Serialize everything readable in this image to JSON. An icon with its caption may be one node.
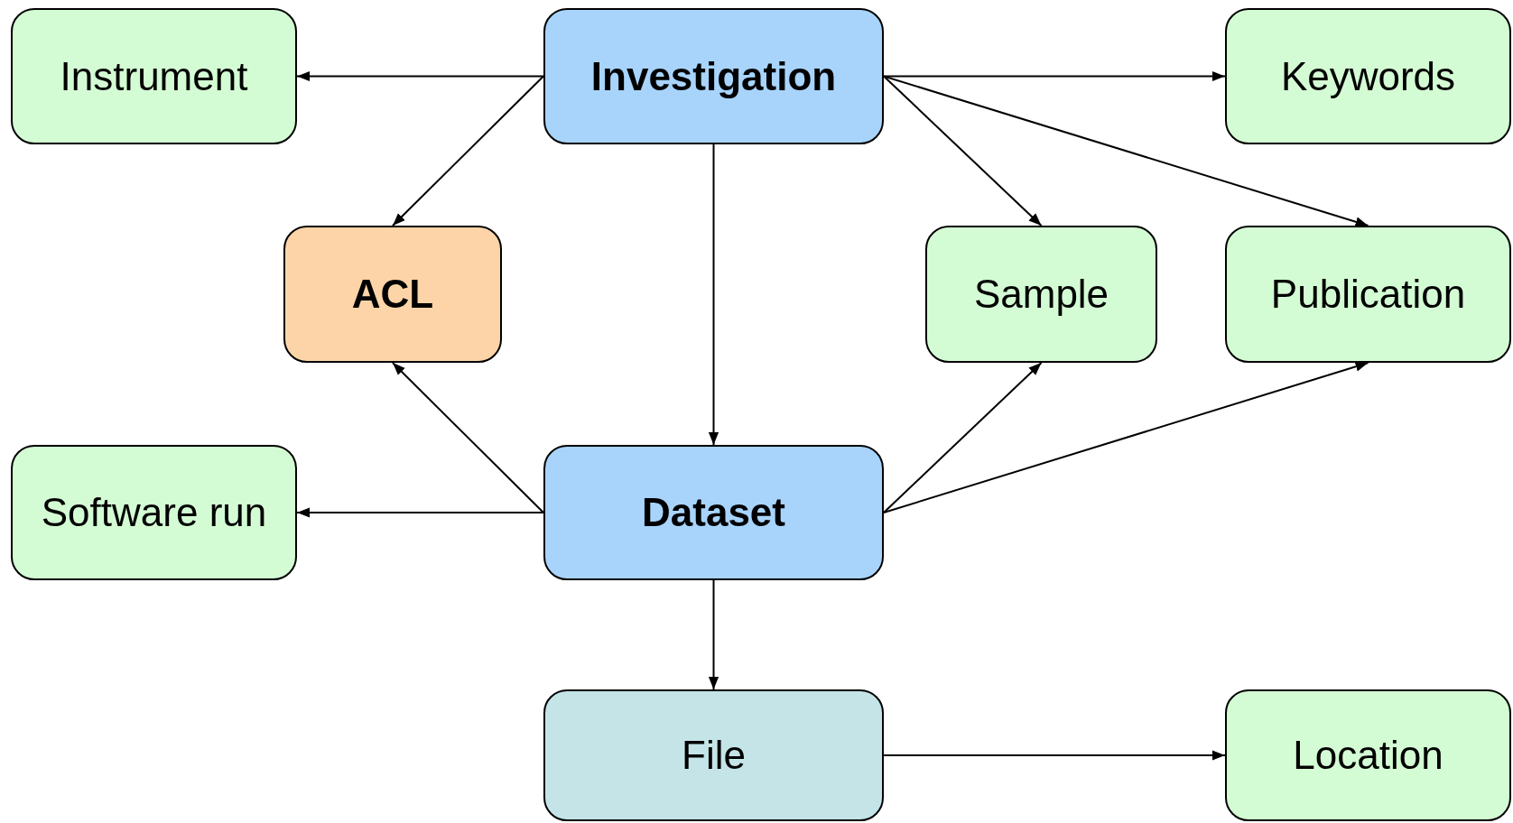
{
  "diagram": {
    "nodes": [
      {
        "text": [
          "Instrument"
        ]
      },
      {
        "text": [
          "Investigation"
        ]
      },
      {
        "text": [
          "Keywords"
        ]
      },
      {
        "text": [
          "ACL"
        ]
      },
      {
        "text": [
          "Sample"
        ]
      },
      {
        "text": [
          "Publication"
        ]
      },
      {
        "text": [
          "Software run"
        ]
      },
      {
        "text": [
          "Dataset"
        ]
      },
      {
        "text": [
          "File"
        ]
      },
      {
        "text": [
          "Location"
        ]
      }
    ],
    "edges": [
      {
        "from": 1,
        "to": 0,
        "arrow": "to"
      },
      {
        "from": 1,
        "to": 2,
        "arrow": "to"
      },
      {
        "from": 1,
        "to": 3,
        "arrow": "to"
      },
      {
        "from": 1,
        "to": 7,
        "arrow": "to"
      },
      {
        "from": 1,
        "to": 4,
        "arrow": "to"
      },
      {
        "from": 1,
        "to": 5,
        "arrow": "to"
      },
      {
        "from": 7,
        "to": 3,
        "arrow": "to"
      },
      {
        "from": 7,
        "to": 4,
        "arrow": "to"
      },
      {
        "from": 7,
        "to": 5,
        "arrow": "to"
      },
      {
        "from": 7,
        "to": 6,
        "arrow": "to"
      },
      {
        "from": 7,
        "to": 8,
        "arrow": "to"
      },
      {
        "from": 8,
        "to": 9,
        "arrow": "to"
      }
    ]
  }
}
